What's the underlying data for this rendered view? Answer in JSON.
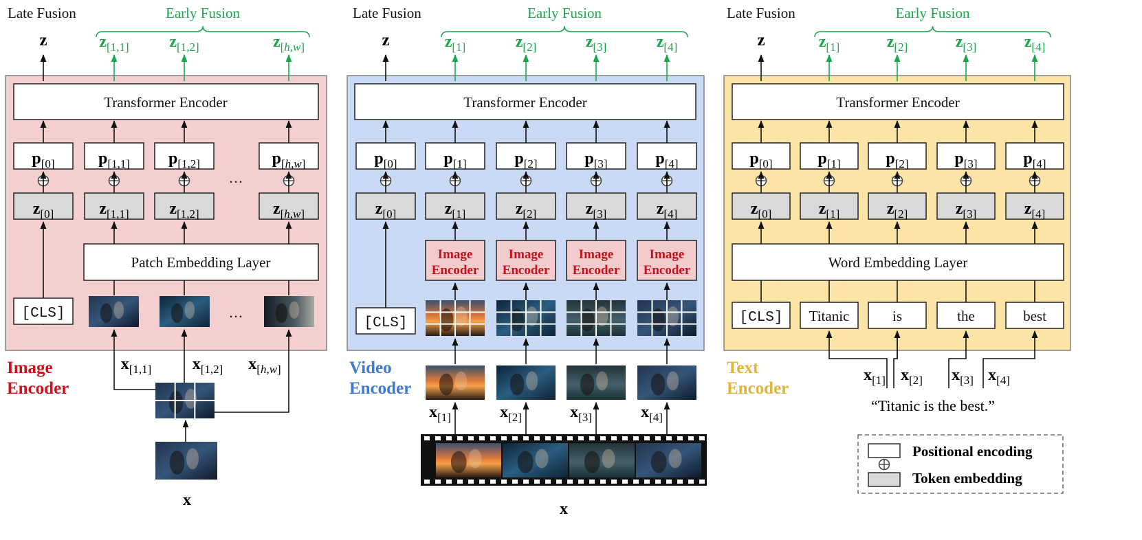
{
  "panels": [
    {
      "id": "image",
      "late_fusion": "Late Fusion",
      "early_fusion": "Early Fusion",
      "z_out": "z",
      "encoder_name_1": "Image",
      "encoder_name_2": "Encoder",
      "encoder_color": "#d0111b",
      "bg_color": "#f3cfcf",
      "transformer": "Transformer Encoder",
      "embedding_layer": "Patch Embedding Layer",
      "cls": "[CLS]",
      "idx": [
        "0",
        "1,1",
        "1,2",
        "h,w"
      ],
      "x_subs": [
        "1,1",
        "1,2",
        "h,w"
      ],
      "ellipsis": "…",
      "input": "x"
    },
    {
      "id": "video",
      "late_fusion": "Late Fusion",
      "early_fusion": "Early Fusion",
      "z_out": "z",
      "encoder_name_1": "Video",
      "encoder_name_2": "Encoder",
      "encoder_color": "#3c7ad6",
      "bg_color": "#cad9f4",
      "transformer": "Transformer Encoder",
      "inner_encoder": [
        "Image",
        "Encoder"
      ],
      "inner_encoder_color": "#c8101a",
      "cls": "[CLS]",
      "idx": [
        "0",
        "1",
        "2",
        "3",
        "4"
      ],
      "x_subs": [
        "1",
        "2",
        "3",
        "4"
      ],
      "input": "x"
    },
    {
      "id": "text",
      "late_fusion": "Late Fusion",
      "early_fusion": "Early Fusion",
      "z_out": "z",
      "encoder_name_1": "Text",
      "encoder_name_2": "Encoder",
      "encoder_color": "#e2b43a",
      "bg_color": "#fbe4a5",
      "transformer": "Transformer Encoder",
      "embedding_layer": "Word Embedding Layer",
      "cls": "[CLS]",
      "tokens": [
        "Titanic",
        "is",
        "the",
        "best"
      ],
      "idx": [
        "0",
        "1",
        "2",
        "3",
        "4"
      ],
      "x_subs": [
        "1",
        "2",
        "3",
        "4"
      ],
      "sentence": "“Titanic  is  the best.”"
    }
  ],
  "legend": {
    "positional": "Positional encoding",
    "token": "Token embedding"
  },
  "colors": {
    "early_fusion_green": "#1aa64a",
    "token_gray": "#d9d9d9"
  }
}
